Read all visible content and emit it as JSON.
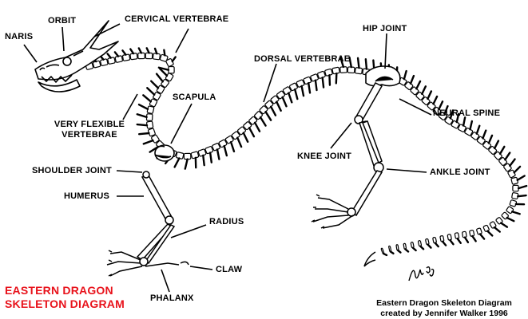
{
  "colors": {
    "title": "#e8121b",
    "ink": "#000000",
    "background": "#ffffff"
  },
  "labels": {
    "naris": "NARIS",
    "orbit": "ORBIT",
    "cervical_vertebrae": "CERVICAL VERTEBRAE",
    "scapula": "SCAPULA",
    "very_flexible_line1": "VERY FLEXIBLE",
    "very_flexible_line2": "VERTEBRAE",
    "shoulder_joint": "SHOULDER JOINT",
    "humerus": "HUMERUS",
    "radius": "RADIUS",
    "claw": "CLAW",
    "phalanx": "PHALANX",
    "dorsal_vertebrae": "DORSAL VERTEBRAE",
    "hip_joint": "HIP JOINT",
    "neural_spine": "NEURAL SPINE",
    "knee_joint": "KNEE JOINT",
    "ankle_joint": "ANKLE JOINT"
  },
  "title": {
    "line1": "EASTERN DRAGON",
    "line2": "SKELETON DIAGRAM"
  },
  "credit": {
    "line1": "Eastern Dragon Skeleton Diagram",
    "line2": "created by Jennifer Walker 1996"
  },
  "signature": "JW96"
}
